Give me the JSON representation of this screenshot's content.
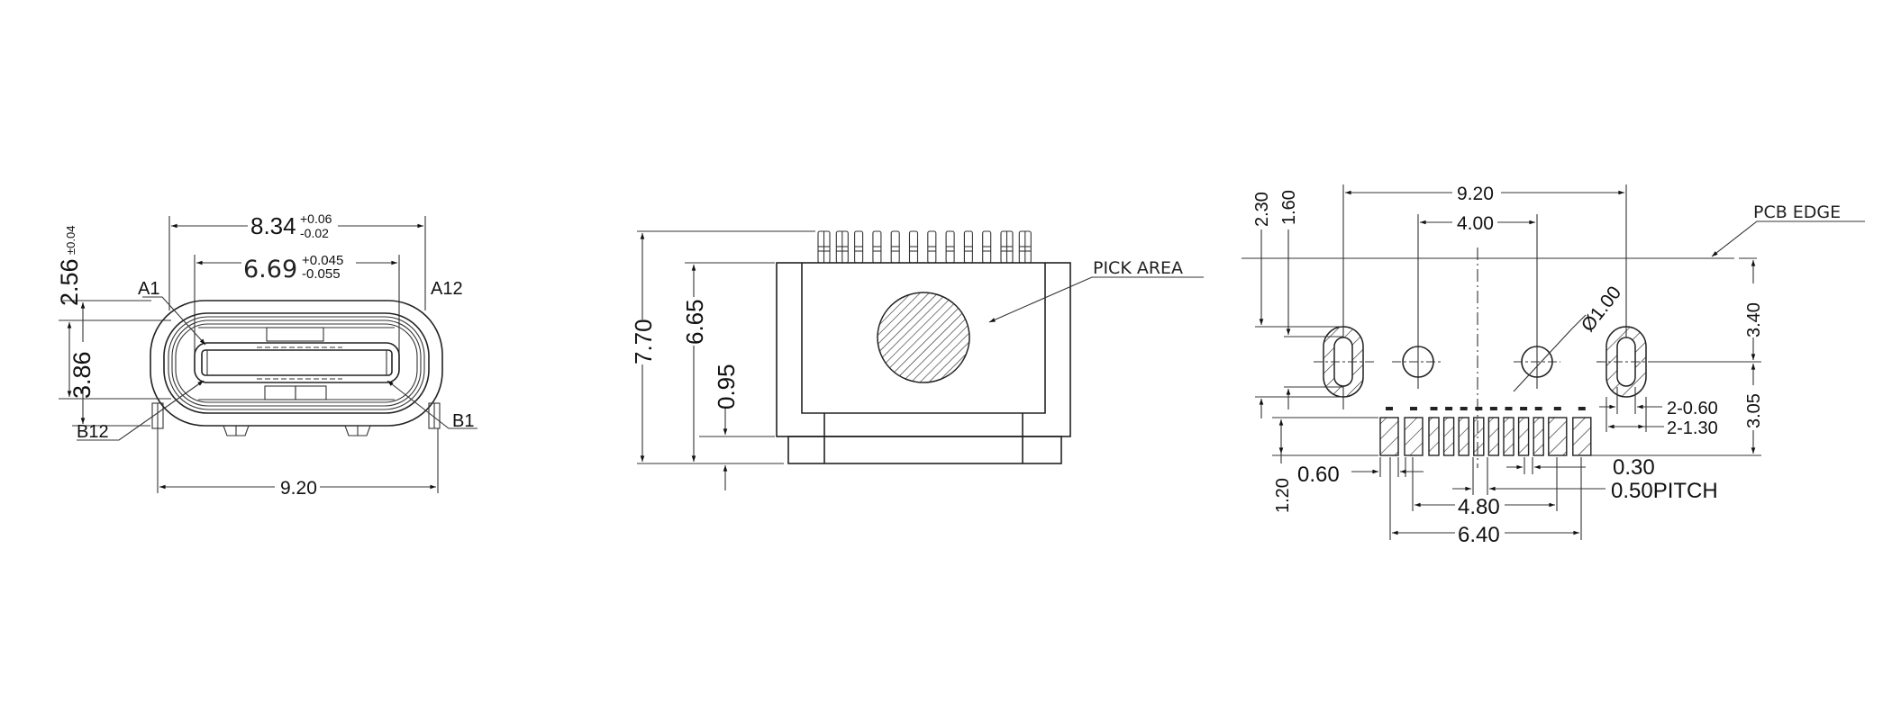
{
  "drawing": {
    "title": "USB Type-C receptacle mechanical drawing",
    "views": {
      "front": {
        "width_dim": "8.34",
        "width_tol_plus": "+0.06",
        "width_tol_minus": "-0.02",
        "opening_dim": "6.69",
        "opening_tol_plus": "+0.045",
        "opening_tol_minus": "-0.055",
        "height_dim": "2.56",
        "height_tol": "±0.04",
        "overall_height_dim": "3.86",
        "overall_width_dim": "9.20",
        "pin_labels": {
          "a1": "A1",
          "a12": "A12",
          "b1": "B1",
          "b12": "B12"
        }
      },
      "side": {
        "overall_height_dim": "7.70",
        "body_height_dim": "6.65",
        "standoff_dim": "0.95",
        "pick_area_label": "PICK AREA",
        "pin_count": 12
      },
      "footprint": {
        "slot_span_dim": "9.20",
        "hole_span_dim": "4.00",
        "hole_diameter_dim": "Ø1.00",
        "pcb_edge_label": "PCB EDGE",
        "dim_2_30": "2.30",
        "dim_1_60": "1.60",
        "dim_3_40": "3.40",
        "dim_3_05": "3.05",
        "slot_width_dim": "2-0.60",
        "slot_pad_dim": "2-1.30",
        "pad_length_dim": "1.20",
        "large_pad_width_dim": "0.60",
        "small_pad_width_dim": "0.30",
        "pitch_dim": "0.50PITCH",
        "inner_span_dim": "4.80",
        "outer_span_dim": "6.40",
        "pad_count": 12
      }
    }
  }
}
